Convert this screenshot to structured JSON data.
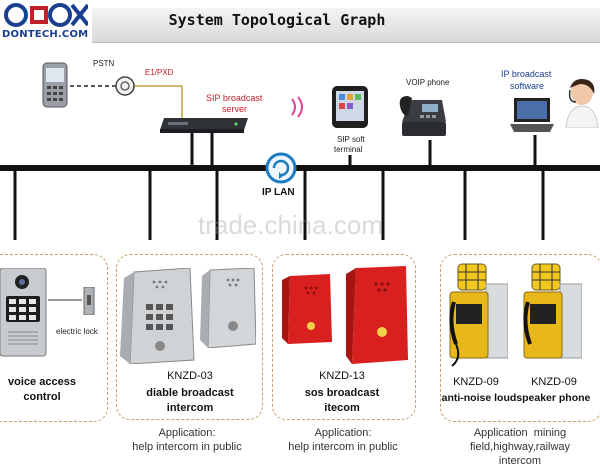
{
  "header": {
    "logo_text": "DONTECH.COM",
    "title": "System   Topological Graph"
  },
  "top_labels": {
    "pstn": "PSTN",
    "e1_pxd": "E1/PXD",
    "sip_server_line1": "SIP broadcast",
    "sip_server_line2": "server",
    "sip_soft_line1": "SIP soft",
    "sip_soft_line2": "terminal",
    "voip_phone": "VOIP phone",
    "ip_broadcast_line1": "IP broadcast",
    "ip_broadcast_line2": "software",
    "ip_lan": "IP LAN"
  },
  "watermark": "trade.china.com",
  "groups": [
    {
      "id": "voice-access",
      "model": "",
      "name_line1": "voice access",
      "name_line2": "control",
      "side_label": "electric lock",
      "app_line1": "",
      "app_line2": "",
      "app_line3": ""
    },
    {
      "id": "knzd-03",
      "model": "KNZD-03",
      "name_line1": "diable broadcast",
      "name_line2": "intercom",
      "app_line1": "Application:",
      "app_line2": "help intercom in public",
      "app_line3": ""
    },
    {
      "id": "knzd-13",
      "model": "KNZD-13",
      "name_line1": "sos broadcast",
      "name_line2": "itecom",
      "app_line1": "Application:",
      "app_line2": "help intercom in public",
      "app_line3": ""
    },
    {
      "id": "knzd-09",
      "model_a": "KNZD-09",
      "model_b": "KNZD-09",
      "name_line1": "anti-noise loudspeaker phone",
      "app_line1": "Application  mining",
      "app_line2": "field,highway,railway",
      "app_line3": "intercom"
    }
  ],
  "colors": {
    "bus": "#111111",
    "accent_blue": "#1a3f8f",
    "accent_red": "#c0202a",
    "sos_red": "#d8201e",
    "phone_yellow": "#e8b81a",
    "dashed_border": "#c8a070"
  }
}
